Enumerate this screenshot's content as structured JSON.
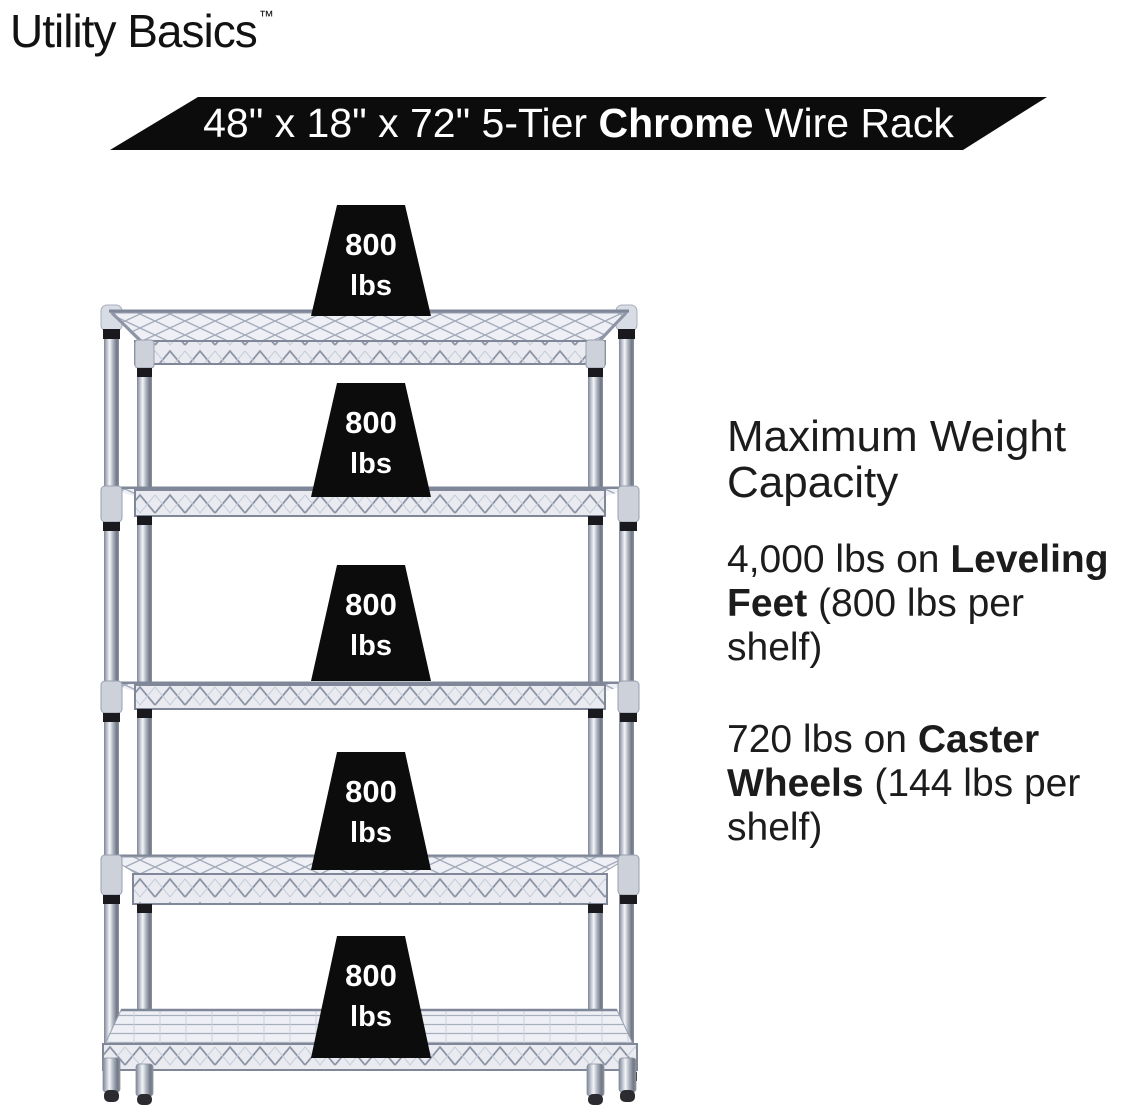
{
  "colors": {
    "accent": "#0c0c0c",
    "text": "#1c1c1c",
    "banner_text": "#ffffff",
    "chrome_light": "#eef0f5",
    "chrome_mid": "#b6bcc8",
    "chrome_dark": "#7f8798"
  },
  "logo": {
    "text": "Utility Basics",
    "trademark": "™"
  },
  "banner": {
    "segments": [
      {
        "t": "48\" x 18\" x 72\" 5-Tier ",
        "b": false
      },
      {
        "t": "Chrome",
        "b": true
      },
      {
        "t": " Wire Rack",
        "b": false
      }
    ]
  },
  "rack": {
    "tiers": 5,
    "weights": [
      {
        "value": "800",
        "unit": "lbs"
      },
      {
        "value": "800",
        "unit": "lbs"
      },
      {
        "value": "800",
        "unit": "lbs"
      },
      {
        "value": "800",
        "unit": "lbs"
      },
      {
        "value": "800",
        "unit": "lbs"
      }
    ]
  },
  "info": {
    "heading_lines": [
      "Maximum Weight",
      "Capacity"
    ],
    "paragraphs": [
      {
        "lines": [
          [
            {
              "t": "4,000 lbs on ",
              "b": false
            },
            {
              "t": "Leveling",
              "b": true
            }
          ],
          [
            {
              "t": "Feet",
              "b": true
            },
            {
              "t": " (800 lbs per",
              "b": false
            }
          ],
          [
            {
              "t": "shelf)",
              "b": false
            }
          ]
        ]
      },
      {
        "lines": [
          [
            {
              "t": "720 lbs on ",
              "b": false
            },
            {
              "t": "Caster",
              "b": true
            }
          ],
          [
            {
              "t": "Wheels",
              "b": true
            },
            {
              "t": " (144 lbs per",
              "b": false
            }
          ],
          [
            {
              "t": "shelf)",
              "b": false
            }
          ]
        ]
      }
    ]
  }
}
